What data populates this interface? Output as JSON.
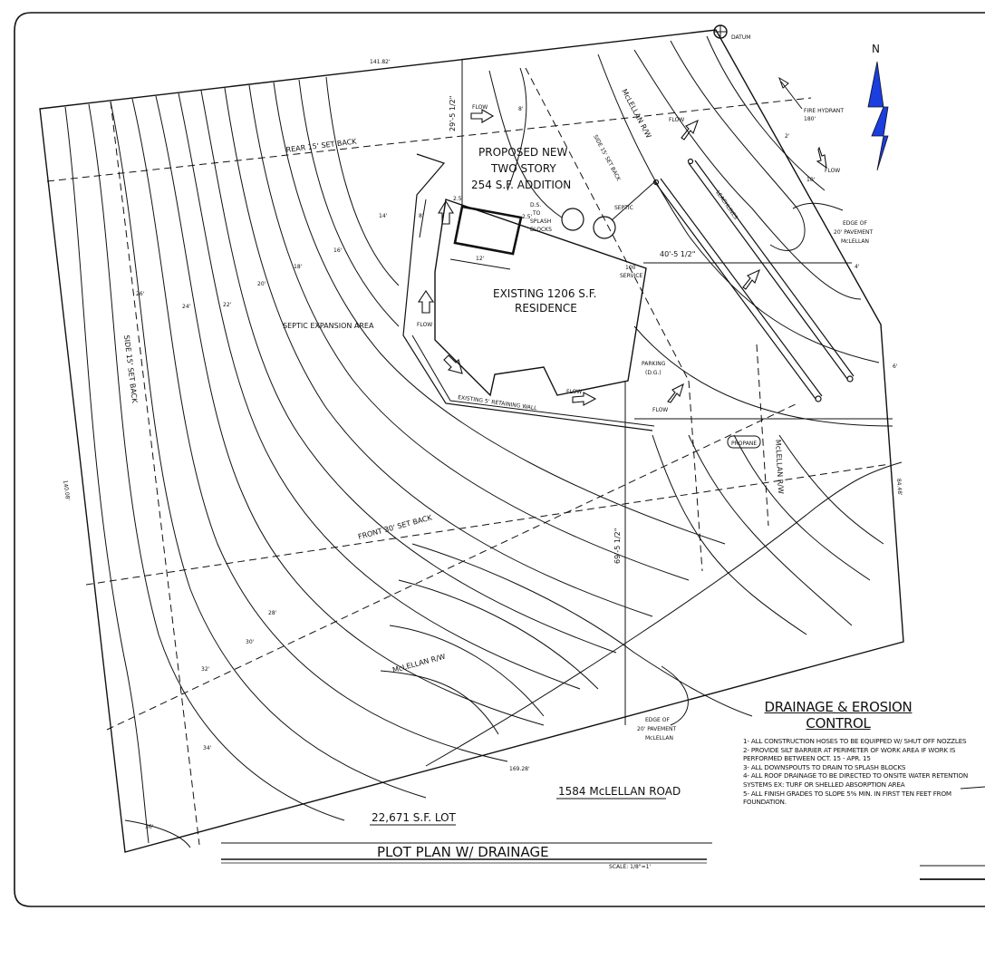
{
  "sheet_title": "PLOT PLAN W/ DRAINAGE",
  "scale": "SCALE: 1/8\"=1'",
  "lot_area": "22,671 S.F. LOT",
  "address": "1584 McLELLAN ROAD",
  "north_label": "N",
  "datum": "DATUM",
  "labels": {
    "proposed": [
      "PROPOSED NEW",
      "TWO STORY",
      "254 S.F. ADDITION"
    ],
    "existing": [
      "EXISTING 1206 S.F.",
      "RESIDENCE"
    ],
    "septic_expansion": "SEPTIC EXPANSION AREA",
    "rear_setback": "REAR 15' SET BACK",
    "side_setback_top": "SIDE 15' SET BACK",
    "side_setback_left": "SIDE 15' SET BACK",
    "front_setback": "FRONT 30' SET BACK",
    "retaining_wall": "EXISTING 5' RETAINING WALL",
    "mclellan_rw_top": "McLELLAN R/W",
    "mclellan_rw_right": "McLELLAN R/W",
    "mclellan_rw_bottom": "McLELLAN R/W",
    "fire_hydrant": [
      "FIRE HYDRANT",
      "180'"
    ],
    "edge_pavement_right": [
      "EDGE OF",
      "20' PAVEMENT",
      "McLELLAN"
    ],
    "edge_pavement_bottom": [
      "EDGE OF",
      "20' PAVEMENT",
      "McLELLAN"
    ],
    "ds_splash": [
      "D.S.",
      "TO",
      "SPLASH",
      "BLOCKS"
    ],
    "service": [
      "100",
      "SERVICE"
    ],
    "septic": "SEPTIC",
    "parking": [
      "PARKING",
      "(D.G.)"
    ],
    "propane": "PROPANE",
    "leachlines": "LEACHLINES",
    "flow": "FLOW"
  },
  "dimensions": {
    "top_len": "141.82'",
    "left_len": "140.08'",
    "right_len": "84.48'",
    "bottom_len": "169.28'",
    "dist_29": "29'-5 1/2\"",
    "dist_40": "40'-5 1/2\"",
    "dist_69": "69'-5 1/2\"",
    "add_w": "12'",
    "add_h": "8'",
    "add_25a": "2.5'",
    "add_25b": "2.5'"
  },
  "contours": [
    "2'",
    "4'",
    "6'",
    "8'",
    "10'",
    "14'",
    "16'",
    "18'",
    "20'",
    "22'",
    "24'",
    "26'",
    "28'",
    "30'",
    "32'",
    "34'",
    "36'"
  ],
  "notes": {
    "title": "DRAINAGE & EROSION CONTROL",
    "items": [
      "1- ALL CONSTRUCTION HOSES TO BE EQUIPPED W/ SHUT OFF NOZZLES",
      "2- PROVIDE SILT BARRIER AT PERIMETER OF WORK AREA IF WORK IS PERFORMED BETWEEN OCT. 15 - APR. 15",
      "3- ALL DOWNSPOUTS TO DRAIN TO SPLASH BLOCKS",
      "4- ALL ROOF DRAINAGE TO BE DIRECTED TO ONSITE WATER RETENTION SYSTEMS EX: TURF OR SHELLED ABSORPTION AREA",
      "5- ALL FINISH GRADES TO SLOPE 5% MIN. IN FIRST TEN FEET FROM FOUNDATION."
    ]
  },
  "colors": {
    "ink": "#111111",
    "north_arrow": "#1a3ee0"
  }
}
